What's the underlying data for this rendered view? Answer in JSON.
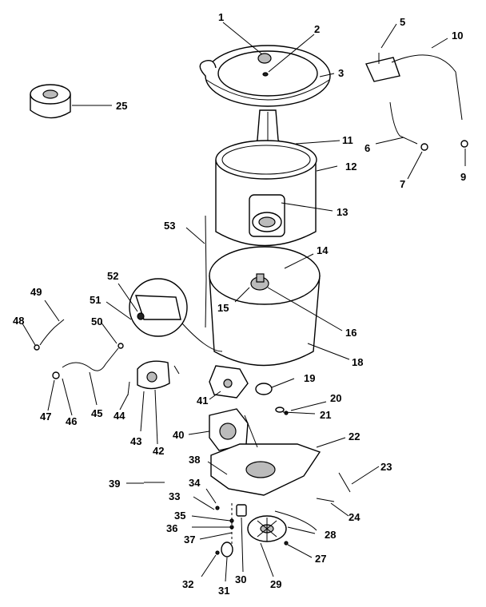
{
  "callouts": {
    "c1": "1",
    "c2": "2",
    "c3": "3",
    "c5": "5",
    "c6": "6",
    "c7": "7",
    "c9": "9",
    "c10": "10",
    "c11": "11",
    "c12": "12",
    "c13": "13",
    "c14": "14",
    "c15": "15",
    "c16": "16",
    "c18": "18",
    "c19": "19",
    "c20": "20",
    "c21": "21",
    "c22": "22",
    "c23": "23",
    "c24": "24",
    "c25": "25",
    "c27": "27",
    "c28": "28",
    "c29": "29",
    "c30": "30",
    "c31": "31",
    "c32": "32",
    "c33": "33",
    "c34": "34",
    "c35": "35",
    "c36": "36",
    "c37": "37",
    "c38": "38",
    "c39": "39",
    "c40": "40",
    "c41": "41",
    "c42": "42",
    "c43": "43",
    "c44": "44",
    "c45": "45",
    "c46": "46",
    "c47": "47",
    "c48": "48",
    "c49": "49",
    "c50": "50",
    "c51": "51",
    "c52": "52",
    "c53": "53"
  }
}
